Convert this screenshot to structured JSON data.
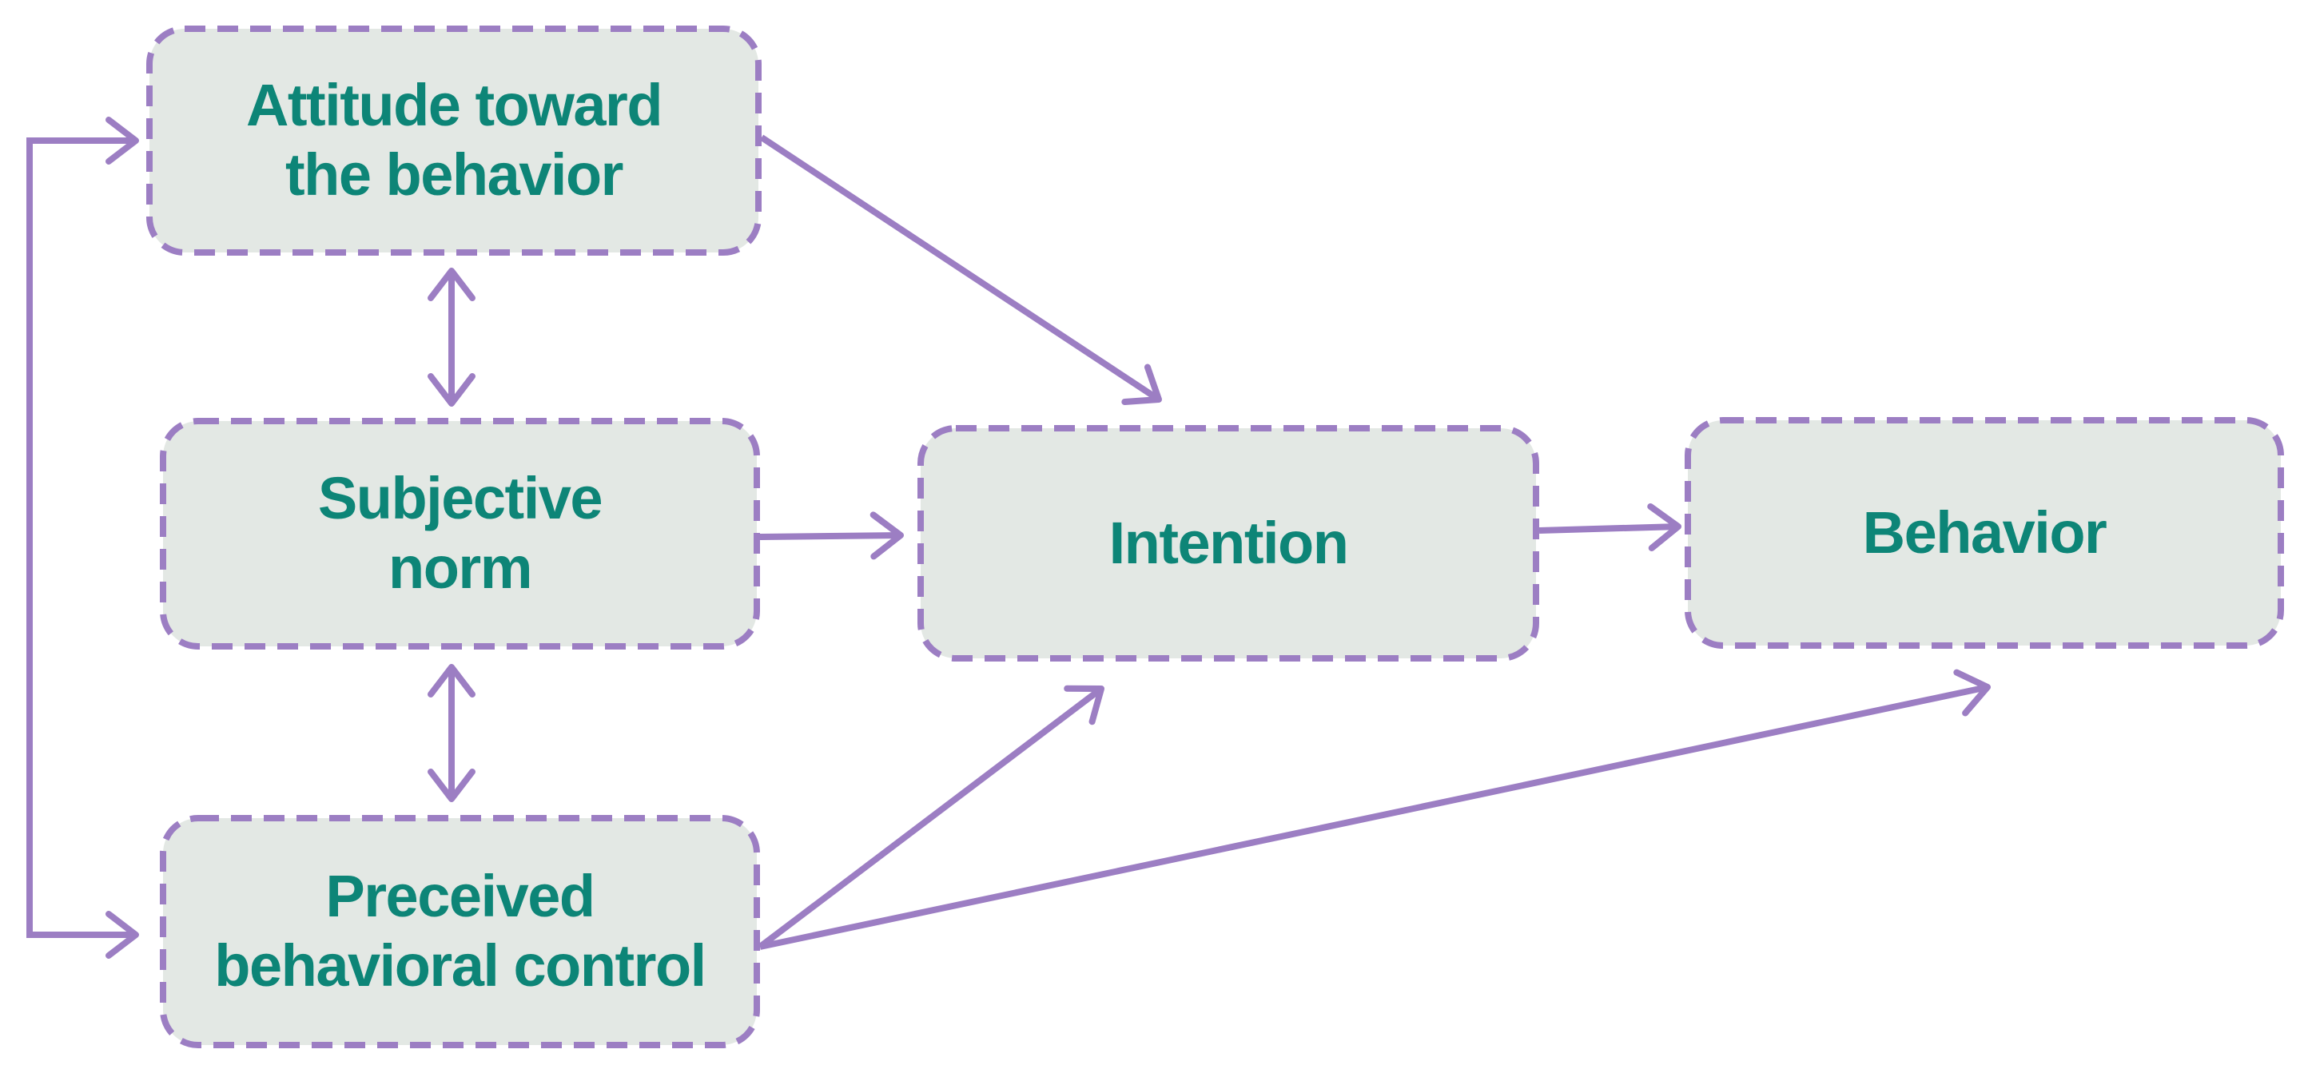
{
  "nodes": {
    "attitude": {
      "label": "Attitude toward\nthe behavior"
    },
    "subjective": {
      "label": "Subjective\nnorm"
    },
    "pbc": {
      "label": "Preceived\nbehavioral control"
    },
    "intention": {
      "label": "Intention"
    },
    "behavior": {
      "label": "Behavior"
    }
  },
  "edges": [
    {
      "from": "attitude",
      "to": "intention",
      "style": "arrow"
    },
    {
      "from": "subjective",
      "to": "intention",
      "style": "arrow"
    },
    {
      "from": "pbc",
      "to": "intention",
      "style": "arrow"
    },
    {
      "from": "intention",
      "to": "behavior",
      "style": "arrow"
    },
    {
      "from": "pbc",
      "to": "behavior",
      "style": "arrow"
    },
    {
      "from": "attitude",
      "to": "subjective",
      "style": "double-arrow"
    },
    {
      "from": "subjective",
      "to": "pbc",
      "style": "double-arrow"
    },
    {
      "from": "attitude",
      "to": "pbc",
      "style": "bracket-double-arrow"
    }
  ],
  "colors": {
    "accent": "#9c7ec3",
    "node_fill": "#e3e8e4",
    "label_color": "#0d8577",
    "background": "#ffffff"
  }
}
